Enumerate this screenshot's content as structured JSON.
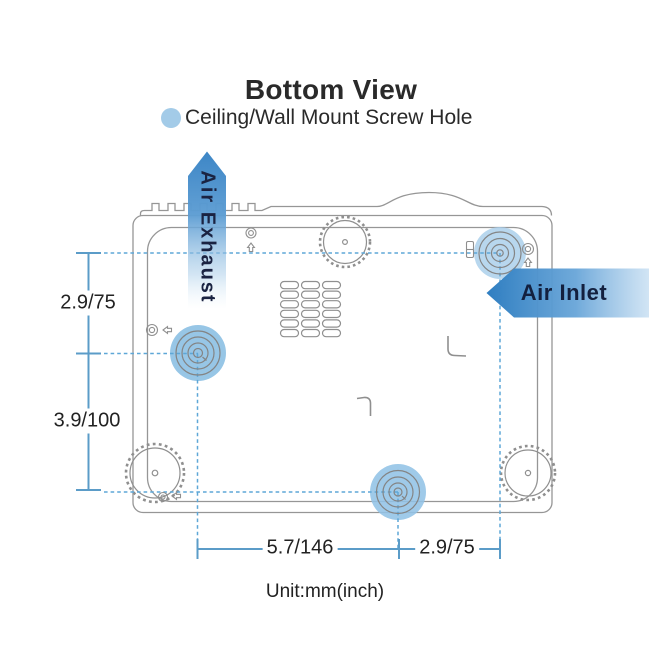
{
  "title": "Bottom View",
  "legend": {
    "dot_color": "#a3cbe8",
    "label": "Ceiling/Wall Mount Screw Hole"
  },
  "arrows": {
    "exhaust_label": "Air Exhaust",
    "inlet_label": "Air Inlet"
  },
  "dimensions": {
    "left": [
      {
        "label": "2.9/75"
      },
      {
        "label": "3.9/100"
      }
    ],
    "bottom": [
      {
        "label": "5.7/146"
      },
      {
        "label": "2.9/75"
      }
    ],
    "unit_note": "Unit:mm(inch)"
  },
  "colors": {
    "arrow_blue": "#3a84c5",
    "dimension_blue": "#5b9cc8",
    "guide_dash_blue": "#5ea7d7",
    "screw_highlight_blue": "#8ec1e4",
    "outline_gray": "#949494",
    "text_dark": "#2a2a2a",
    "arrow_text_navy": "#16223f"
  }
}
